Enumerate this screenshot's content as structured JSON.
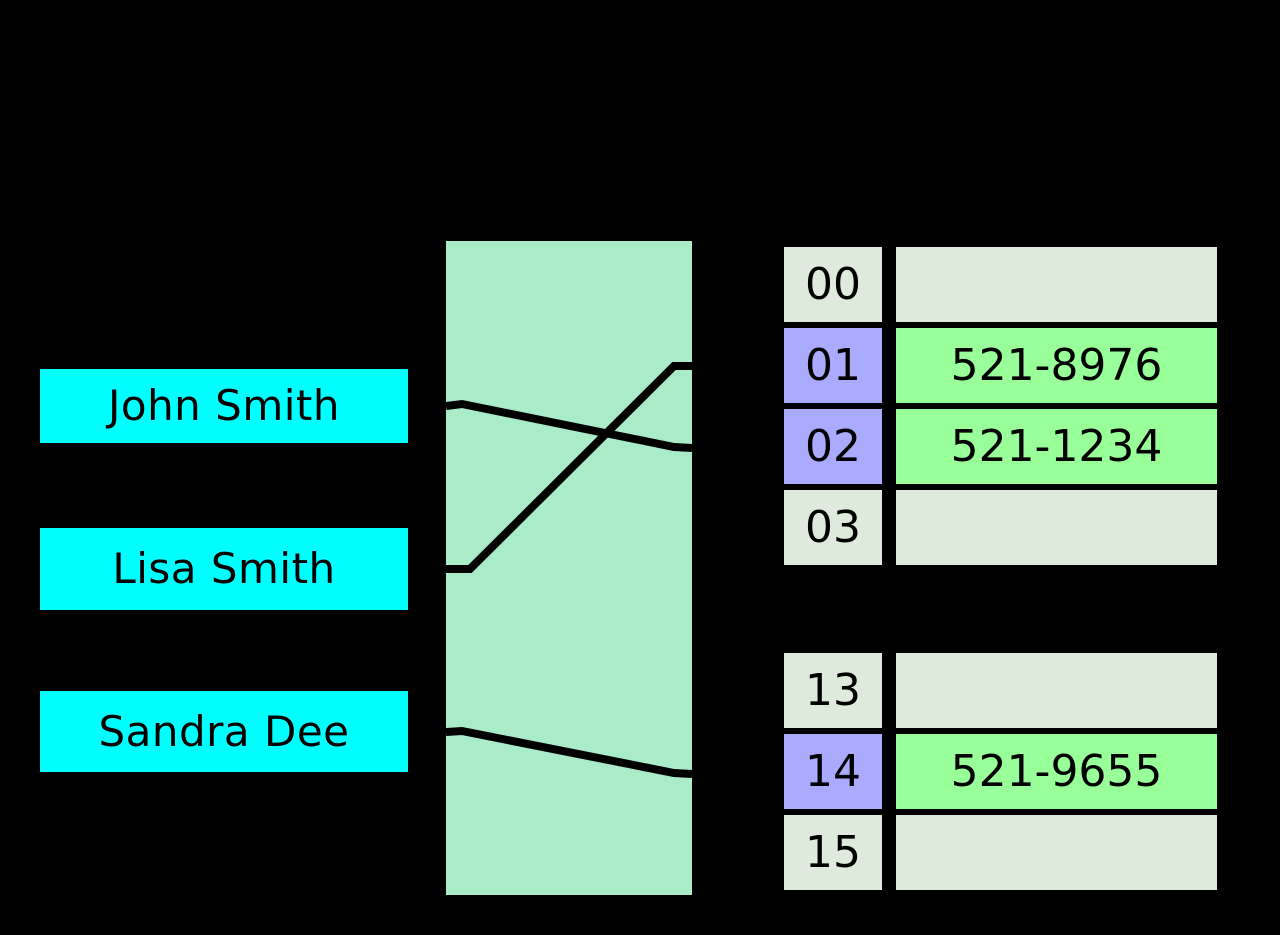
{
  "diagram": {
    "title": "hash-table-diagram",
    "background_color": "#000000"
  },
  "keys": {
    "box_color": "#00FFFF",
    "items": [
      {
        "label": "John Smith"
      },
      {
        "label": "Lisa Smith"
      },
      {
        "label": "Sandra Dee"
      }
    ]
  },
  "hash_function": {
    "label": "",
    "box_color": "#AAEBC8",
    "line_color": "#000000",
    "mappings": [
      {
        "from": "John Smith",
        "to": "02"
      },
      {
        "from": "Lisa Smith",
        "to": "01"
      },
      {
        "from": "Sandra Dee",
        "to": "14"
      }
    ]
  },
  "buckets": {
    "empty_color": "#DEEBDC",
    "filled_index_color": "#AAAAFF",
    "filled_value_color": "#99FF99",
    "upper_table": [
      {
        "index": "00",
        "value": "",
        "state": "empty"
      },
      {
        "index": "01",
        "value": "521-8976",
        "state": "filled"
      },
      {
        "index": "02",
        "value": "521-1234",
        "state": "filled"
      },
      {
        "index": "03",
        "value": "",
        "state": "empty"
      }
    ],
    "lower_table": [
      {
        "index": "13",
        "value": "",
        "state": "empty"
      },
      {
        "index": "14",
        "value": "521-9655",
        "state": "filled"
      },
      {
        "index": "15",
        "value": "",
        "state": "empty"
      }
    ]
  }
}
